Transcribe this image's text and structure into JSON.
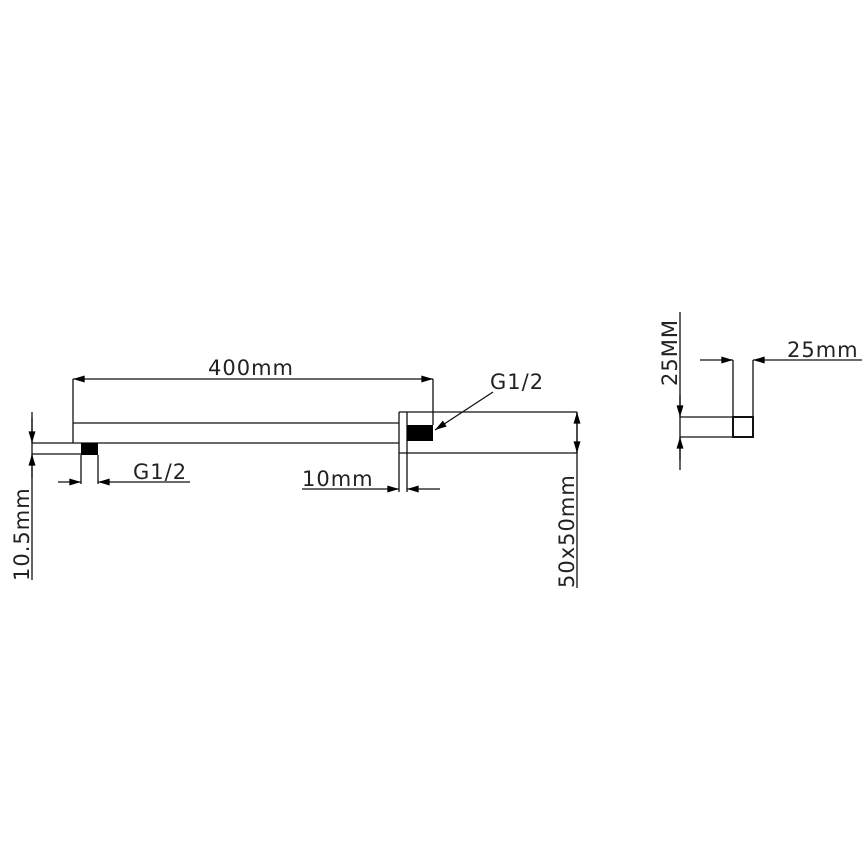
{
  "drawing": {
    "colors": {
      "line": "#111111",
      "text": "#222222",
      "background": "#ffffff"
    },
    "front_view": {
      "dimensions": {
        "length": "400mm",
        "inlet_thread": "G1/2",
        "outlet_thread": "G1/2",
        "plate_thickness": "10mm",
        "plate_size": "50x50mm",
        "outlet_offset": "10.5mm"
      }
    },
    "side_view": {
      "dimensions": {
        "width": "25mm",
        "height": "25MM"
      }
    }
  }
}
